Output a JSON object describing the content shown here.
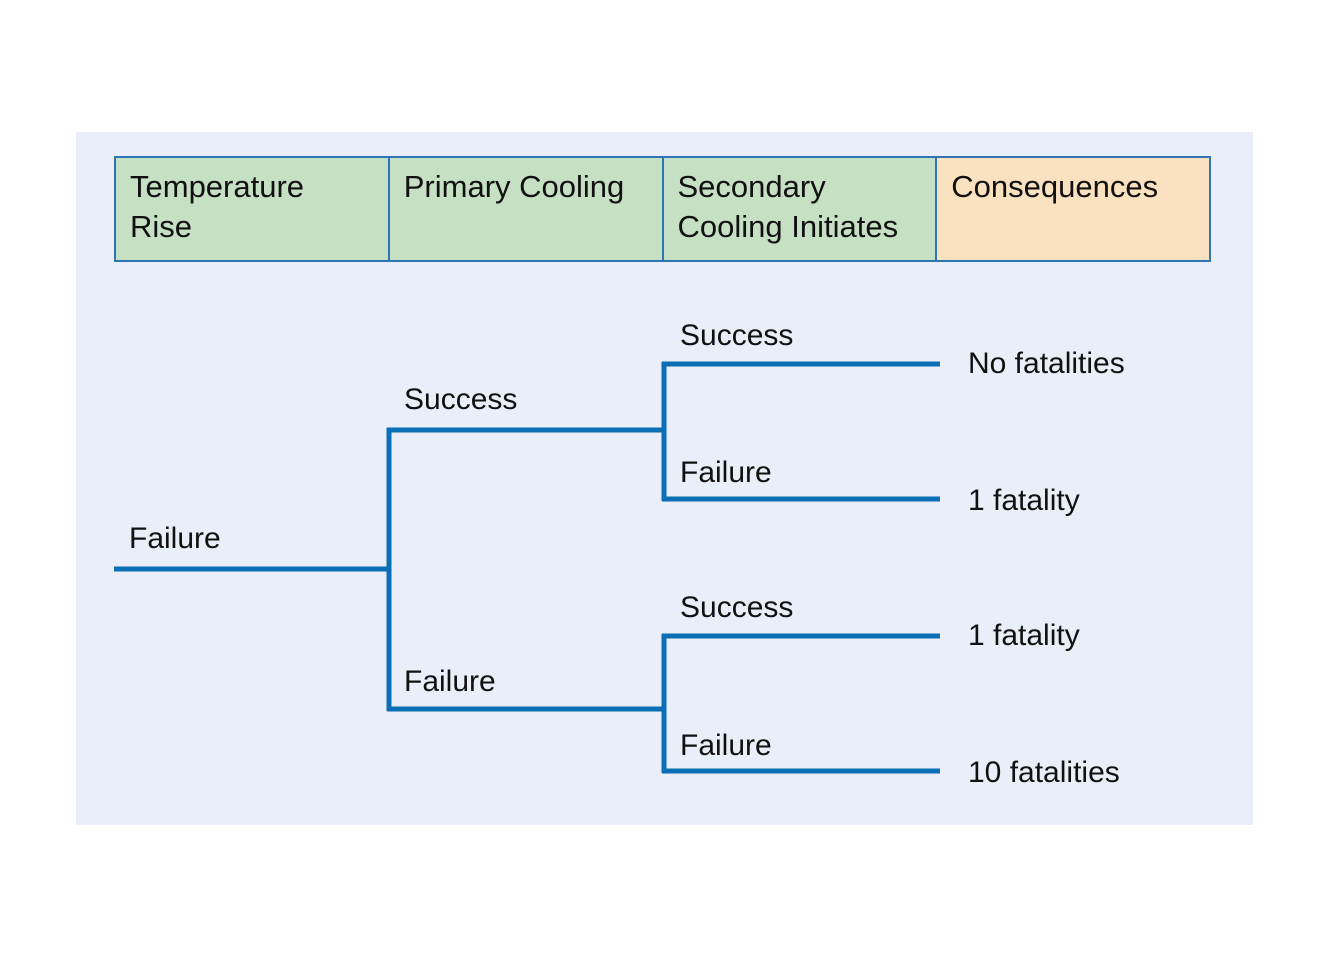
{
  "headers": [
    {
      "label": "Temperature Rise",
      "color": "#c5e0c3"
    },
    {
      "label": "Primary Cooling",
      "color": "#c5e0c3"
    },
    {
      "label": "Secondary Cooling Initiates",
      "color": "#c5e0c3"
    },
    {
      "label": "Consequences",
      "color": "#fae1c0"
    }
  ],
  "tree": {
    "root": "Failure",
    "primary": {
      "success": "Success",
      "failure": "Failure"
    },
    "secondary": [
      {
        "success": "Success",
        "failure": "Failure"
      },
      {
        "success": "Success",
        "failure": "Failure"
      }
    ],
    "consequences": [
      "No fatalities",
      "1 fatality",
      "1 fatality",
      "10 fatalities"
    ]
  },
  "colors": {
    "branch": "#0b6fb5",
    "panel": "#eaeef8",
    "header_border": "#2e75b6"
  }
}
